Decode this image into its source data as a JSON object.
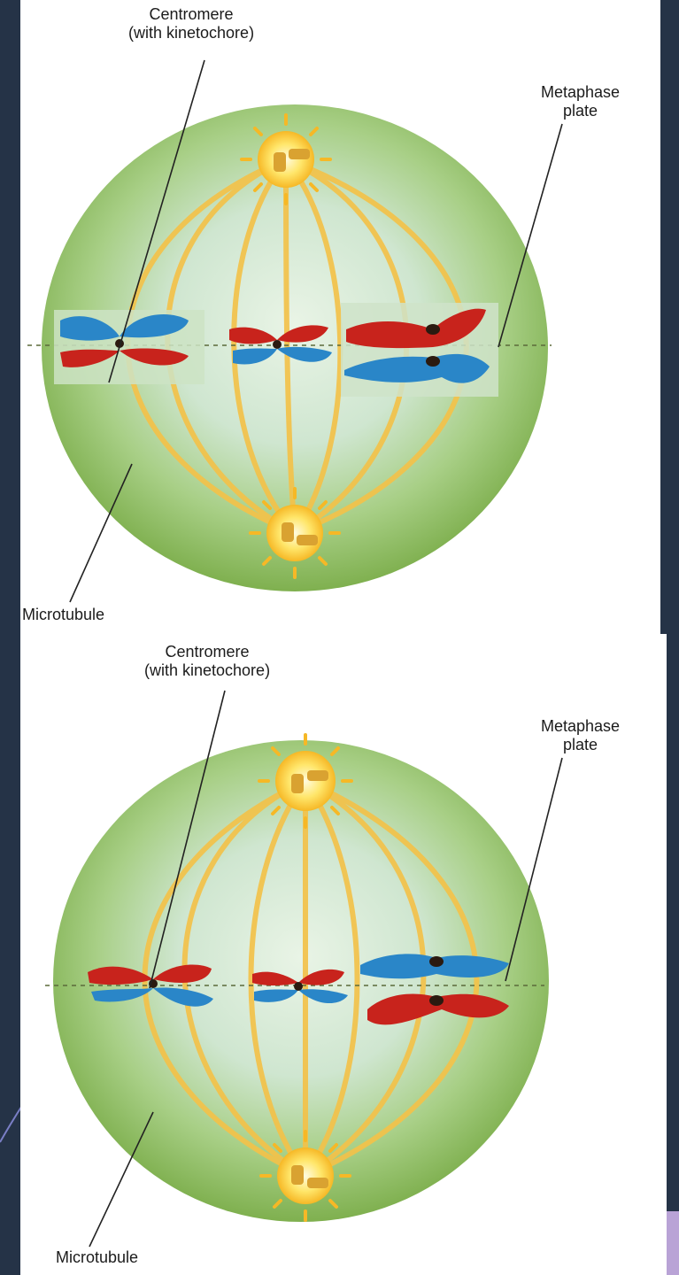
{
  "panels": [
    {
      "labels": {
        "centromere": "Centromere\n(with kinetochore)",
        "metaphase_plate": "Metaphase\nplate",
        "microtubule": "Microtubule"
      }
    },
    {
      "labels": {
        "centromere": "Centromere\n(with kinetochore)",
        "metaphase_plate": "Metaphase\nplate",
        "microtubule": "Microtubule"
      }
    }
  ],
  "colors": {
    "background": "#253347",
    "cell_outer": "#7fb04f",
    "cell_inner": "#d6eadb",
    "spindle": "#f3c24a",
    "chromosome_red": "#c8231c",
    "chromosome_blue": "#2a86c8",
    "accent_purple": "#b9a3d6"
  }
}
